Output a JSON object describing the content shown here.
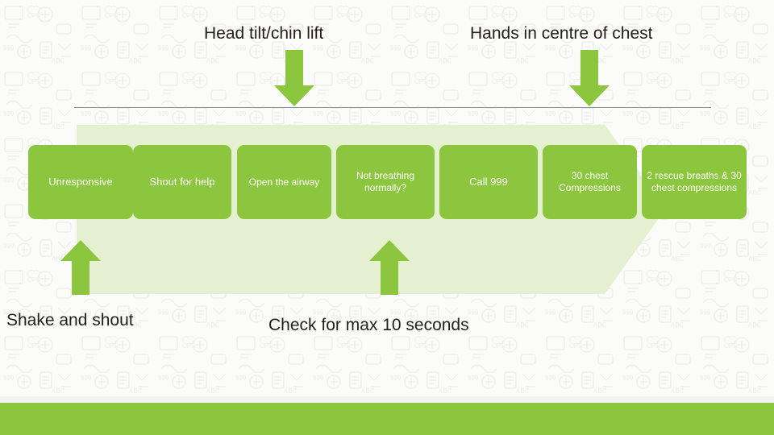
{
  "slide": {
    "background_color": "#fbfbf9",
    "accent_color": "#8cc63e",
    "band_color": "#e4f0cf",
    "bottom_bar_color": "#8cc63e"
  },
  "top_labels": [
    {
      "id": "head-tilt",
      "text": "Head tilt/chin lift"
    },
    {
      "id": "hands-centre",
      "text": "Hands in centre of chest"
    }
  ],
  "steps": [
    {
      "id": "unresponsive",
      "label": "Unresponsive"
    },
    {
      "id": "shout-for-help",
      "label": "Shout for help"
    },
    {
      "id": "open-the-airway",
      "label": "Open the airway"
    },
    {
      "id": "not-breathing-normally",
      "label": "Not breathing normally?"
    },
    {
      "id": "call-999",
      "label": "Call 999"
    },
    {
      "id": "30-chest-compressions",
      "label": "30 chest Compressions"
    },
    {
      "id": "2-rescue-breaths",
      "label": "2 rescue breaths & 30 chest compressions"
    }
  ],
  "bottom_labels": [
    {
      "id": "shake-and-shout",
      "text": "Shake and shout"
    },
    {
      "id": "check-max-10-seconds",
      "text": "Check for max 10 seconds"
    }
  ],
  "arrows": [
    {
      "id": "arrow-down-head-tilt",
      "direction": "down"
    },
    {
      "id": "arrow-down-hands-centre",
      "direction": "down"
    },
    {
      "id": "arrow-up-shake-and-shout",
      "direction": "up"
    },
    {
      "id": "arrow-up-check-seconds",
      "direction": "up"
    }
  ]
}
